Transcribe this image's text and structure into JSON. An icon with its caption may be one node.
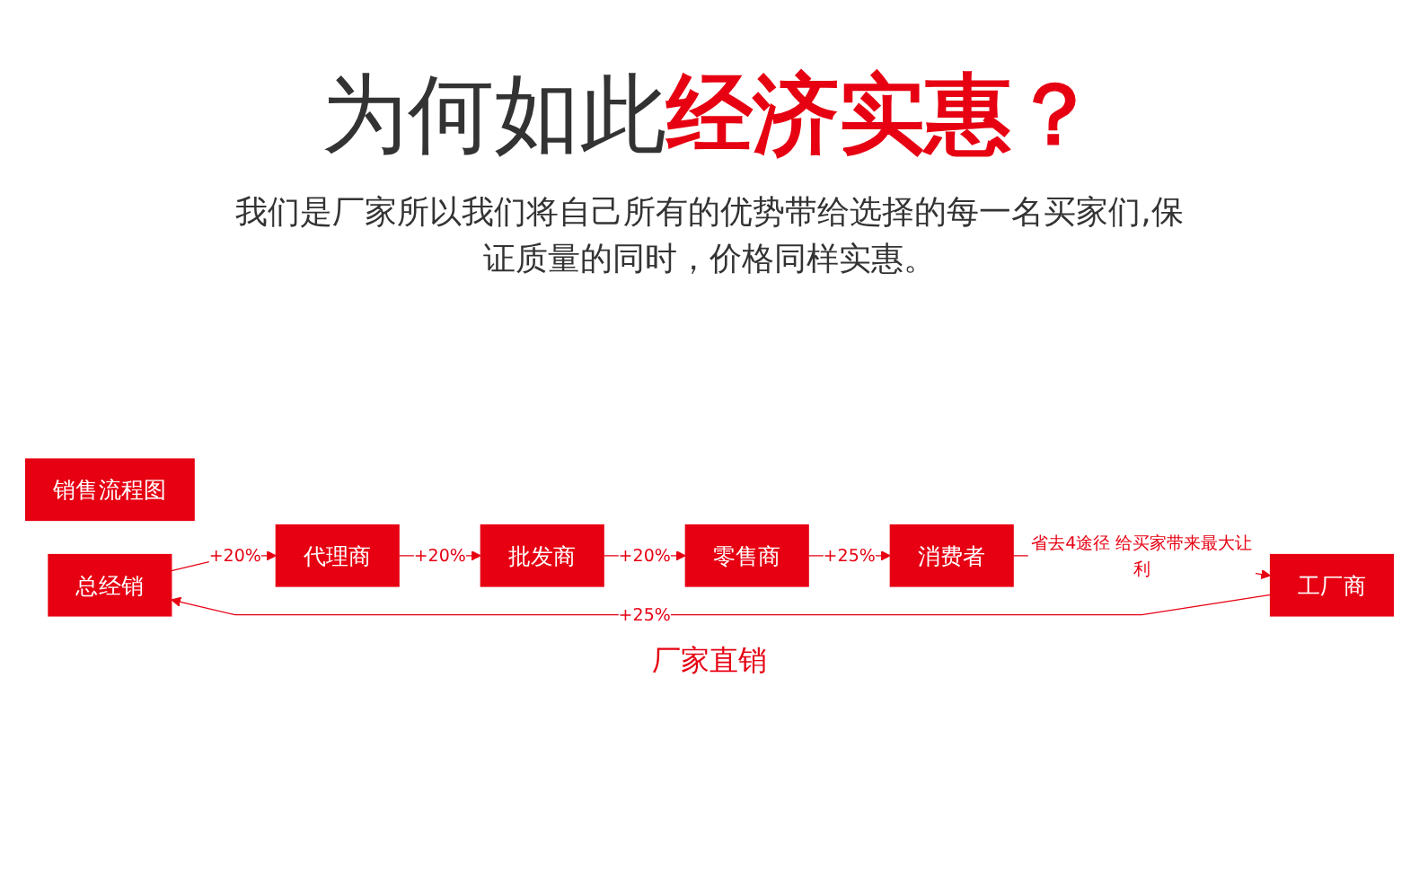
{
  "diagram": {
    "title": "为何如此**经济实惠？**",
    "nodes": [
      {
        "text": [
          "销售流程图"
        ]
      },
      {
        "text": [
          "总经销"
        ]
      },
      {
        "text": [
          "代理商"
        ]
      },
      {
        "text": [
          "批发商"
        ]
      },
      {
        "text": [
          "零售商"
        ]
      },
      {
        "text": [
          "工厂商"
        ]
      },
      {
        "text": [
          "消费者"
        ]
      }
    ],
    "edges": [
      {
        "from": 1,
        "to": 2,
        "arrow": "to",
        "label": "+20%"
      },
      {
        "from": 2,
        "to": 3,
        "arrow": "to",
        "label": "+20%"
      },
      {
        "from": 3,
        "to": 4,
        "arrow": "to",
        "label": "+20%"
      },
      {
        "from": 5,
        "to": 1,
        "arrow": "to",
        "label": "+25%"
      },
      {
        "from": 4,
        "to": 6,
        "arrow": "to",
        "label": "+25%"
      },
      {
        "from": 6,
        "to": 5,
        "arrow": "to",
        "label": "省去4途径 给买家带来最大让利"
      }
    ],
    "labels": [
      "我们是厂家所以我们将自己所有的优势带给选择的每一名买家们,保证质量的同时，价格同样实惠。",
      "厂家直销"
    ]
  }
}
